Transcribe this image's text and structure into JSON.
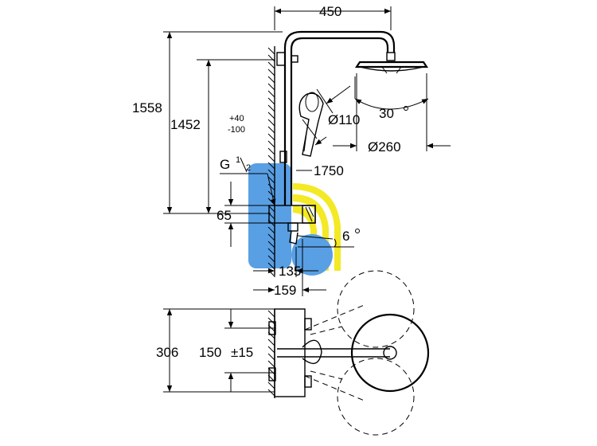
{
  "dimensions": {
    "top_width": "450",
    "total_height": "1558",
    "rail_height": "1452",
    "rail_tol_plus": "+40",
    "rail_tol_minus": "-100",
    "thread_g": "G",
    "thread_num": "1",
    "thread_den": "2",
    "hand_shower_dia": "Ø110",
    "head_tilt": "30",
    "head_dia": "Ø260",
    "hose_length": "1750",
    "inlet_gap": "65",
    "tilt_angle": "6",
    "projection_135": "135",
    "projection_159": "159",
    "plan_depth": "306",
    "inlet_centers": "150",
    "inlet_tol": "±15"
  },
  "colors": {
    "line": "#000000",
    "watermark_blue": "#3d8fe0",
    "watermark_yellow": "#f2e600"
  }
}
